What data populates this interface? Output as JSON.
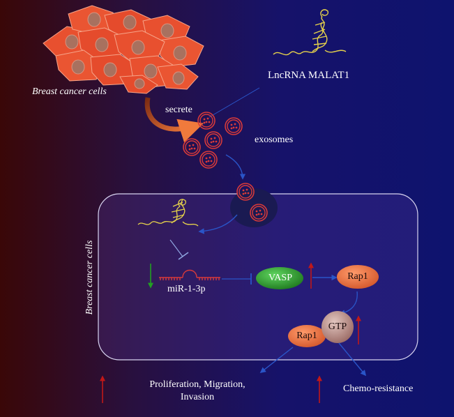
{
  "top_cells_label": "Breast cancer cells",
  "lncrna_label": "LncRNA MALAT1",
  "secrete_label": "secrete",
  "exosomes_label": "exosomes",
  "inner_cell_label": "Breast cancer cells",
  "mirna_label": "miR-1-3p",
  "vasp_label": "VASP",
  "rap1_label": "Rap1",
  "rap1_gtp_label": "Rap1",
  "gtp_label": "GTP",
  "outcome_proliferation": "Proliferation, Migration,\nInvasion",
  "outcome_chemo": "Chemo-resistance",
  "colors": {
    "cell_fill": "#e8502f",
    "nucleus": "#a8715f",
    "exosome": "#d83a3a",
    "vasp": "#2e9c2e",
    "rap1": "#ec6d3c",
    "gtp": "#b8908a",
    "up_arrow": "#c01818",
    "down_arrow": "#22a022",
    "pathway_arrow": "#2a55c8",
    "rna": "#e6d24a"
  }
}
